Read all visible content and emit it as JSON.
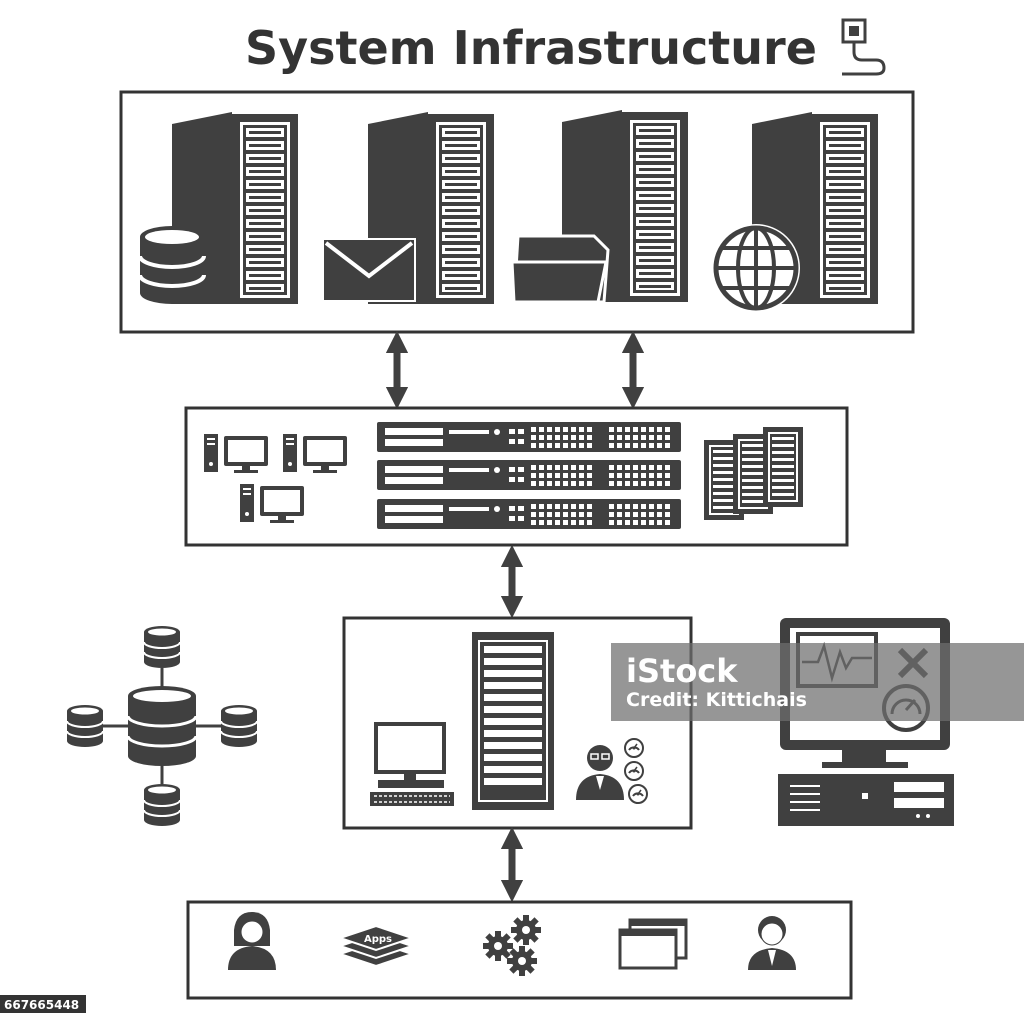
{
  "title": "System Infrastructure",
  "watermark": {
    "brand": "iStock",
    "credit": "Credit: Kittichais"
  },
  "stock_id": "667665448",
  "apps_label": "Apps",
  "colors": {
    "icon": "#404040",
    "frame": "#333333",
    "background": "#ffffff"
  },
  "tiers": [
    {
      "name": "server-tier",
      "icons": [
        "database-server-icon",
        "mail-server-icon",
        "file-server-icon",
        "web-server-icon"
      ]
    },
    {
      "name": "hardware-tier",
      "icons": [
        "desktop-computer-icon",
        "rack-server-icon",
        "tower-server-icon"
      ]
    },
    {
      "name": "admin-tier",
      "icons": [
        "workstation-icon",
        "server-rack-icon",
        "administrator-icon",
        "gauge-icon"
      ]
    },
    {
      "name": "user-tier",
      "icons": [
        "female-user-icon",
        "apps-stack-icon",
        "gears-icon",
        "windows-icon",
        "male-user-icon"
      ]
    }
  ],
  "side_icons": [
    "database-network-icon",
    "monitoring-computer-icon"
  ]
}
